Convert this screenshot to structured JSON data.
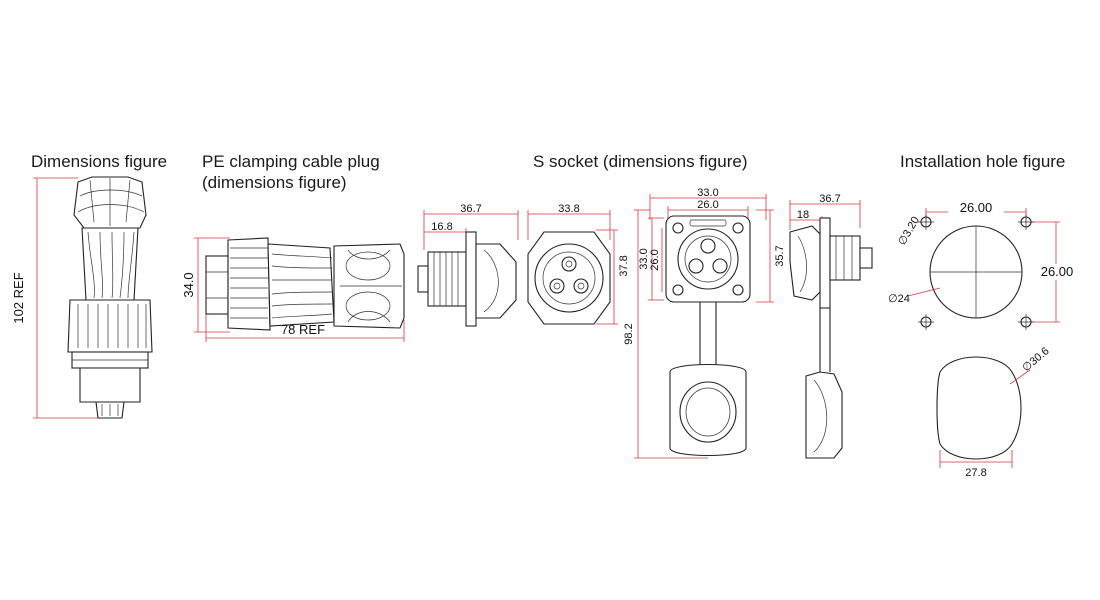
{
  "headings": {
    "dimensions": "Dimensions figure",
    "plug_line1": "PE clamping cable plug",
    "plug_line2": "(dimensions figure)",
    "socket": "S socket (dimensions figure)",
    "installation": "Installation hole figure"
  },
  "dimensions": {
    "plug_length_ref": "102  REF",
    "plug_diameter": "34.0",
    "plug_ref_length": "78  REF",
    "socket_side_width": "36.7",
    "socket_side_flange": "16.8",
    "socket_front_width": "33.8",
    "socket_front_height": "37.8",
    "flange_width": "33.0",
    "flange_hole_spacing": "26.0",
    "flange_height": "33.0",
    "flange_hole_spacing_v": "26.0",
    "flange_full_height": "35.7",
    "total_height_with_cap": "98.2",
    "side_width": "36.7",
    "side_flange": "18",
    "hole_small": "∅3.20",
    "hole_spacing_h": "26.00",
    "hole_spacing_v": "26.00",
    "hole_main": "∅24",
    "cutout_diameter": "∅30.6",
    "cutout_flat": "27.8"
  },
  "colors": {
    "dimension_line": "#d9363e",
    "outline": "#222222"
  }
}
